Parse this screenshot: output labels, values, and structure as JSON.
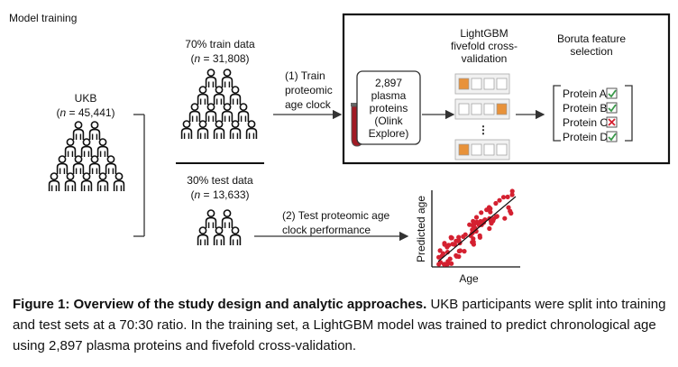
{
  "title": "Model training",
  "ukb": {
    "label": "UKB",
    "n_prefix": "(",
    "n_var": "n",
    "n_value": " = 45,441)"
  },
  "train": {
    "label": "70% train data",
    "n_prefix": "(",
    "n_var": "n",
    "n_value": " = 31,808)"
  },
  "test": {
    "label": "30% test data",
    "n_prefix": "(",
    "n_var": "n",
    "n_value": " = 13,633)"
  },
  "step1": {
    "line1": "(1) Train",
    "line2": "proteomic",
    "line3": "age clock"
  },
  "step2": {
    "line1": "(2) Test proteomic age",
    "line2": "clock performance"
  },
  "tube": {
    "line1": "2,897",
    "line2": "plasma",
    "line3": "proteins",
    "line4": "(Olink",
    "line5": "Explore)"
  },
  "lightgbm": {
    "line1": "LightGBM",
    "line2": "fivefold cross-",
    "line3": "validation",
    "dots": "⋮"
  },
  "boruta": {
    "line1": "Boruta feature",
    "line2": "selection",
    "proteins": [
      {
        "label": "Protein A",
        "status": "check"
      },
      {
        "label": "Protein B",
        "status": "check"
      },
      {
        "label": "Protein C",
        "status": "cross"
      },
      {
        "label": "Protein D",
        "status": "check"
      }
    ]
  },
  "scatter": {
    "xlabel": "Age",
    "ylabel": "Predicted age"
  },
  "colors": {
    "orange": "#e8923a",
    "red": "#d42030",
    "green": "#3a9a4a",
    "blood": "#a11a24"
  },
  "caption": {
    "bold": "Figure 1: Overview of the study design and analytic approaches.",
    "text": " UKB participants were split into training and test sets at a 70:30 ratio. In the training set, a LightGBM model was trained to predict chronological age using 2,897 plasma proteins and fivefold cross-validation."
  }
}
